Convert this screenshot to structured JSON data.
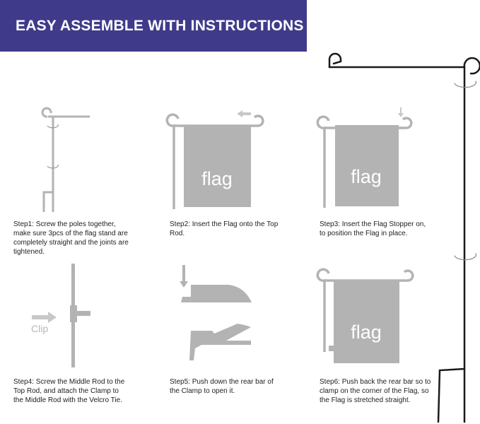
{
  "banner": {
    "title": "EASY ASSEMBLE WITH INSTRUCTIONS",
    "color": "#3f3b8a"
  },
  "steps": [
    {
      "text": "Step1: Screw the poles together, make sure 3pcs of the flag stand are completely straight and the joints are tightened."
    },
    {
      "text": "Step2: Insert the Flag onto the Top Rod."
    },
    {
      "text": "Step3: Insert the Flag Stopper on, to position the Flag in place."
    },
    {
      "text": "Step4: Screw the Middle Rod to the Top Rod, and attach the Clamp to the Middle Rod with the Velcro Tie."
    },
    {
      "text": "Step5: Push down the rear bar of the Clamp to open it."
    },
    {
      "text": "Step6: Push back the rear bar so to clamp on the corner of the Flag, so the Flag is stretched straight."
    }
  ],
  "illustrations": {
    "flag_word": "flag",
    "clip_word": "Clip",
    "gray_color": "#b3b3b3",
    "arrow_color": "#c8c8c8",
    "pole_color": "#1a1a1a"
  }
}
